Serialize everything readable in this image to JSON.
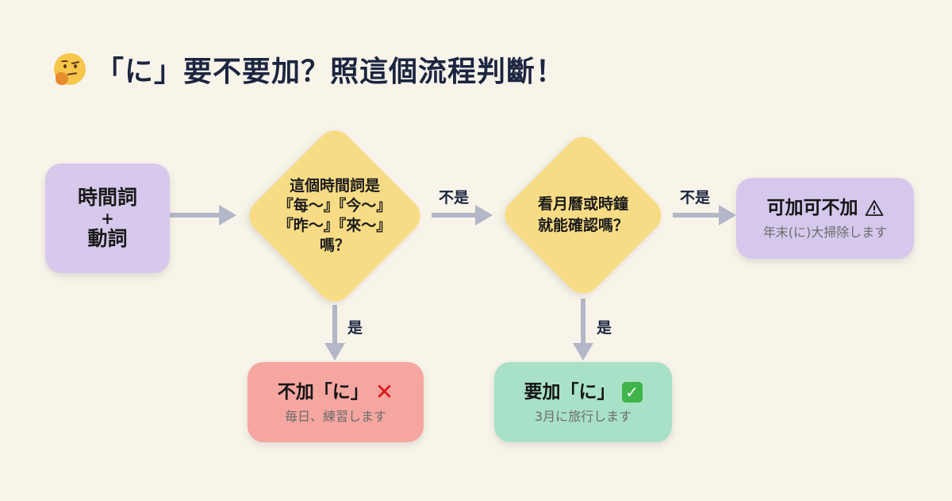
{
  "title": {
    "icon": "thinking-face-emoji",
    "text": "「に」要不要加？照這個流程判斷！"
  },
  "nodes": {
    "start": {
      "line1": "時間詞",
      "plus": "+",
      "line2": "動詞"
    },
    "decision1": {
      "lines": [
        "這個時間詞是",
        "『每～』『今～』",
        "『昨～』『來～』",
        "嗎？"
      ]
    },
    "decision2": {
      "lines": [
        "看月曆或時鐘",
        "就能確認嗎？"
      ]
    },
    "result_optional": {
      "title": "可加可不加",
      "icon": "warning-icon",
      "example": "年末(に)大掃除します"
    },
    "result_no": {
      "title": "不加「に」",
      "icon": "cross-mark-icon",
      "icon_glyph": "✕",
      "example": "毎日、練習します"
    },
    "result_yes": {
      "title": "要加「に」",
      "icon": "check-mark-icon",
      "icon_glyph": "✓",
      "example": "3月に旅行します"
    }
  },
  "edges": {
    "d1_no": "不是",
    "d1_yes": "是",
    "d2_no": "不是",
    "d2_yes": "是"
  },
  "colors": {
    "background": "#f8f4ea",
    "start_box": "#d7c9ec",
    "decision": "#f8dc85",
    "result_optional": "#d5c8ec",
    "result_no": "#f5a6a0",
    "result_yes": "#a8e1c8",
    "arrow": "#b3b7c8",
    "title_text": "#1c2540"
  }
}
